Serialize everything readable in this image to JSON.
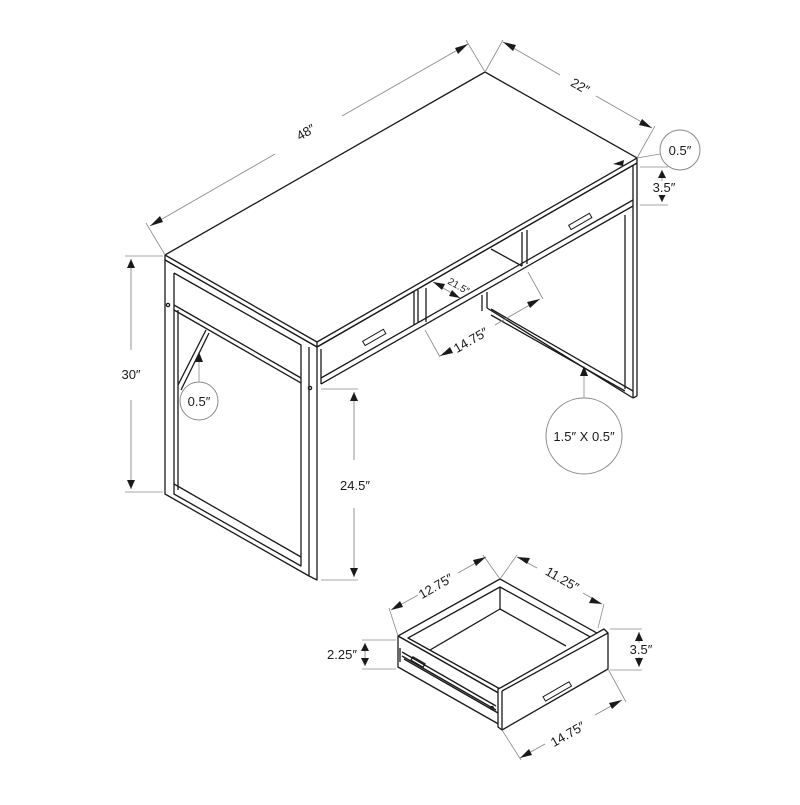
{
  "diagram": {
    "subject": "Desk with two drawers — dimension drawing",
    "colors": {
      "ink": "#1a1a1a",
      "dimension_line": "#8a8a8a",
      "background": "#ffffff"
    },
    "desk_dimensions": {
      "width": "48″",
      "depth": "22″",
      "height": "30″",
      "top_thickness": "0.5″",
      "apron_height": "3.5″",
      "leg_clearance": "24.5″",
      "center_opening_depth": "21.5″",
      "center_opening_width": "14.75″",
      "leg_frame_section": "1.5″ X 0.5″",
      "side_brace": "0.5″"
    },
    "drawer_dimensions": {
      "depth_side": "12.75″",
      "inner_width": "11.25″",
      "front_width": "14.75″",
      "front_height": "3.5″",
      "box_height": "2.25″"
    }
  }
}
